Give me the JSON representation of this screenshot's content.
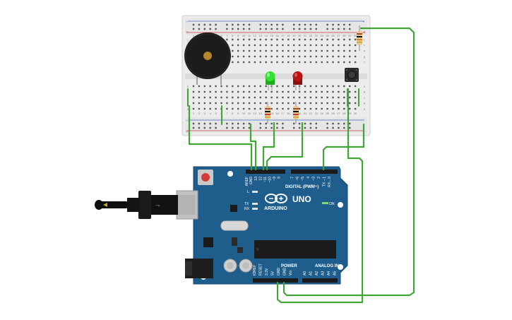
{
  "board": {
    "logo_text": "ARDUINO",
    "model": "UNO",
    "digital_label": "DIGITAL (PWM~)",
    "power_label": "POWER",
    "analog_label": "ANALOG IN",
    "on_label": "ON",
    "led_labels": [
      "L",
      "TX",
      "RX"
    ],
    "top_pin_labels": [
      "AREF",
      "GND",
      "13",
      "12",
      "~11",
      "~10",
      "~9",
      "8",
      "7",
      "~6",
      "~5",
      "4",
      "~3",
      "2",
      "TX→1",
      "RX←0"
    ],
    "power_pin_labels": [
      "IOREF",
      "RESET",
      "3.3V",
      "5V",
      "GND",
      "GND",
      "Vin"
    ],
    "analog_pin_labels": [
      "A0",
      "A1",
      "A2",
      "A3",
      "A4",
      "A5"
    ]
  },
  "breadboard": {
    "column_numbers": [
      "1",
      "2",
      "3",
      "4",
      "5",
      "6",
      "7",
      "8",
      "9",
      "10",
      "11",
      "12",
      "13",
      "14",
      "15",
      "16",
      "17",
      "18",
      "19",
      "20",
      "21",
      "22",
      "23",
      "24",
      "25",
      "26",
      "27",
      "28",
      "29",
      "30"
    ],
    "row_letters_top": [
      "j",
      "i",
      "h",
      "g",
      "f"
    ],
    "row_letters_bottom": [
      "e",
      "d",
      "c",
      "b",
      "a"
    ],
    "rail_plus": "+",
    "rail_minus": "-"
  },
  "colors": {
    "wire": "#3fa535",
    "board": "#1f5e8c",
    "breadboard": "#f0f0f0",
    "led_green": "#22d422",
    "led_red": "#b81414",
    "buzzer": "#1a1a1a"
  },
  "components": [
    "piezo-buzzer",
    "green-led",
    "red-led",
    "push-button",
    "resistor"
  ]
}
